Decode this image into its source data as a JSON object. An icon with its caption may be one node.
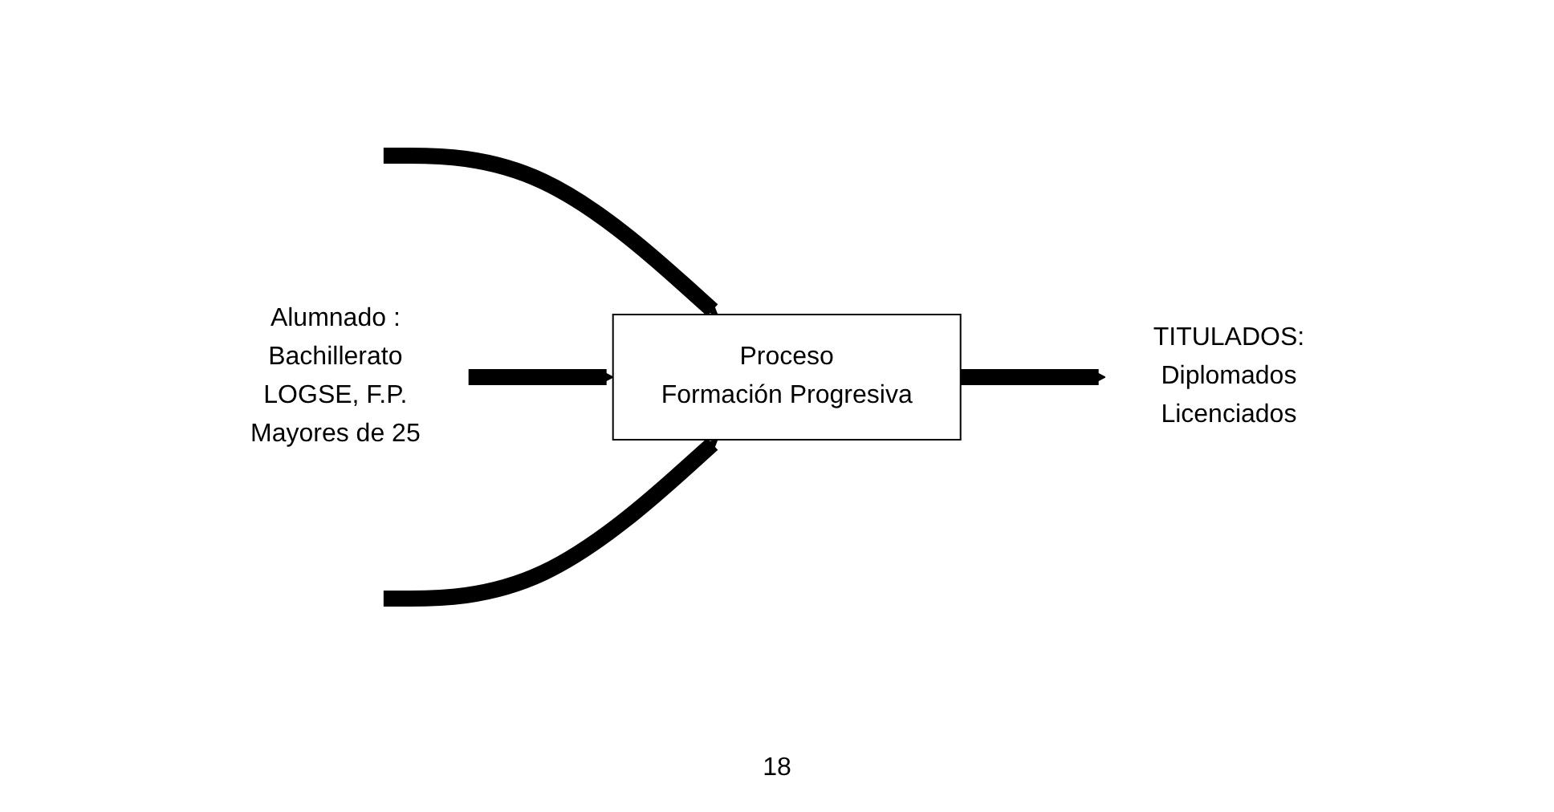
{
  "diagram": {
    "nodes": [
      {
        "text": [
          "Alumnado :",
          "Bachillerato",
          "LOGSE, F.P.",
          "Mayores de 25"
        ]
      },
      {
        "text": [
          "Proceso",
          "Formación Progresiva"
        ]
      },
      {
        "text": [
          "TITULADOS:",
          "Diplomados",
          "Licenciados"
        ]
      }
    ],
    "edges": [
      {
        "from": null,
        "to": 1,
        "arrow": "to"
      },
      {
        "from": 0,
        "to": 1,
        "arrow": "to"
      },
      {
        "from": 1,
        "to": 2,
        "arrow": "to"
      },
      {
        "from": null,
        "to": 1,
        "arrow": "to"
      }
    ],
    "labels": [
      "18"
    ]
  }
}
